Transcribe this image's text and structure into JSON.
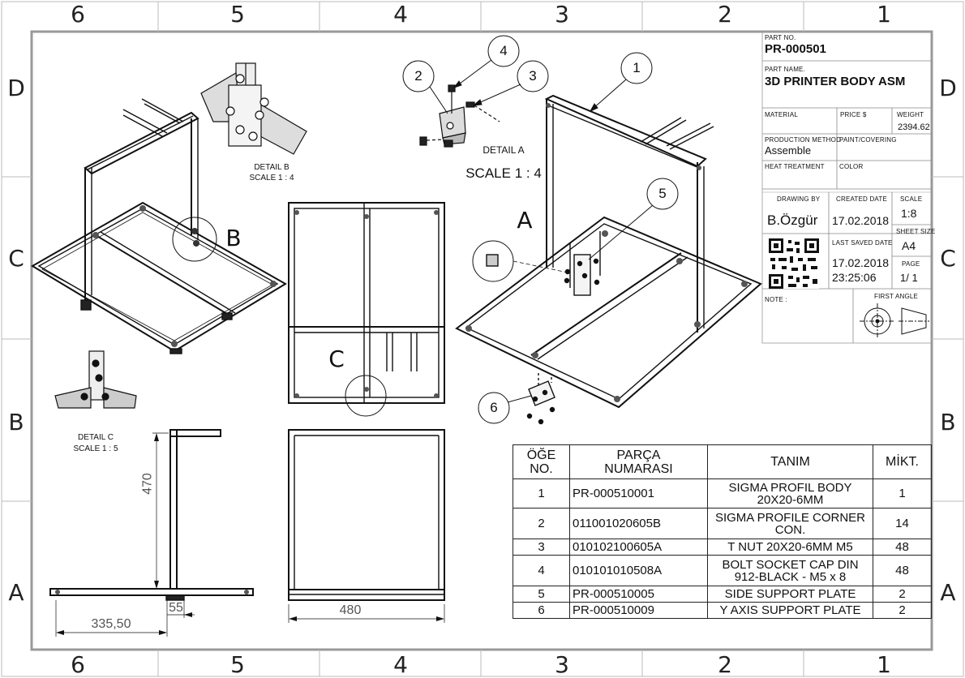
{
  "zones": {
    "columns": [
      "6",
      "5",
      "4",
      "3",
      "2",
      "1"
    ],
    "rows": [
      "D",
      "C",
      "B",
      "A"
    ]
  },
  "title_block": {
    "part_no_label": "PART NO.",
    "part_no": "PR-000501",
    "part_name_label": "PART NAME.",
    "part_name": "3D PRINTER BODY ASM",
    "material_label": "MATERIAL",
    "price_label": "PRICE $",
    "weight_label": "WEIGHT",
    "weight": "2394.62",
    "production_method_label": "PRODUCTION METHOD",
    "production_method": "Assemble",
    "paint_label": "PAINT/COVERING",
    "heat_treatment_label": "HEAT TREATMENT",
    "color_label": "COLOR",
    "drawing_by_label": "DRAWING BY",
    "drawing_by": "B.Özgür",
    "created_date_label": "CREATED DATE",
    "created_date": "17.02.2018",
    "scale_label": "SCALE",
    "scale": "1:8",
    "sheet_size_label": "SHEET SIZE",
    "sheet_size": "A4",
    "last_saved_label": "LAST SAVED DATE",
    "last_saved_date": "17.02.2018",
    "last_saved_time": "23:25:06",
    "page_label": "PAGE",
    "page": "1/ 1",
    "note_label": "NOTE :",
    "projection_label": "FIRST ANGLE"
  },
  "views": {
    "detail_a_title": "DETAIL A",
    "detail_a_scale": "SCALE 1 : 4",
    "detail_b_title": "DETAIL B",
    "detail_b_scale": "SCALE 1 : 4",
    "detail_c_title": "DETAIL C",
    "detail_c_scale": "SCALE 1 : 5",
    "callout_a": "A",
    "callout_b": "B",
    "callout_c": "C"
  },
  "balloons": [
    "1",
    "2",
    "3",
    "4",
    "5",
    "6"
  ],
  "dimensions": {
    "height": "470",
    "base_length": "335,50",
    "offset": "55",
    "width": "480"
  },
  "bom": {
    "headers": {
      "item_line1": "ÖĞE",
      "item_line2": "NO.",
      "part_line1": "PARÇA",
      "part_line2": "NUMARASI",
      "desc": "TANIM",
      "qty": "MİKT."
    },
    "rows": [
      {
        "no": "1",
        "part": "PR-000510001",
        "desc1": "SIGMA PROFIL BODY",
        "desc2": "20X20-6MM",
        "qty": "1"
      },
      {
        "no": "2",
        "part": "011001020605B",
        "desc1": "SIGMA PROFILE CORNER",
        "desc2": "CON.",
        "qty": "14"
      },
      {
        "no": "3",
        "part": "010102100605A",
        "desc1": "T NUT 20X20-6MM  M5",
        "desc2": "",
        "qty": "48"
      },
      {
        "no": "4",
        "part": "010101010508A",
        "desc1": "BOLT SOCKET CAP DIN",
        "desc2": "912-BLACK - M5 x 8",
        "qty": "48"
      },
      {
        "no": "5",
        "part": "PR-000510005",
        "desc1": "SIDE SUPPORT PLATE",
        "desc2": "",
        "qty": "2"
      },
      {
        "no": "6",
        "part": "PR-000510009",
        "desc1": "Y AXIS SUPPORT PLATE",
        "desc2": "",
        "qty": "2"
      }
    ]
  }
}
